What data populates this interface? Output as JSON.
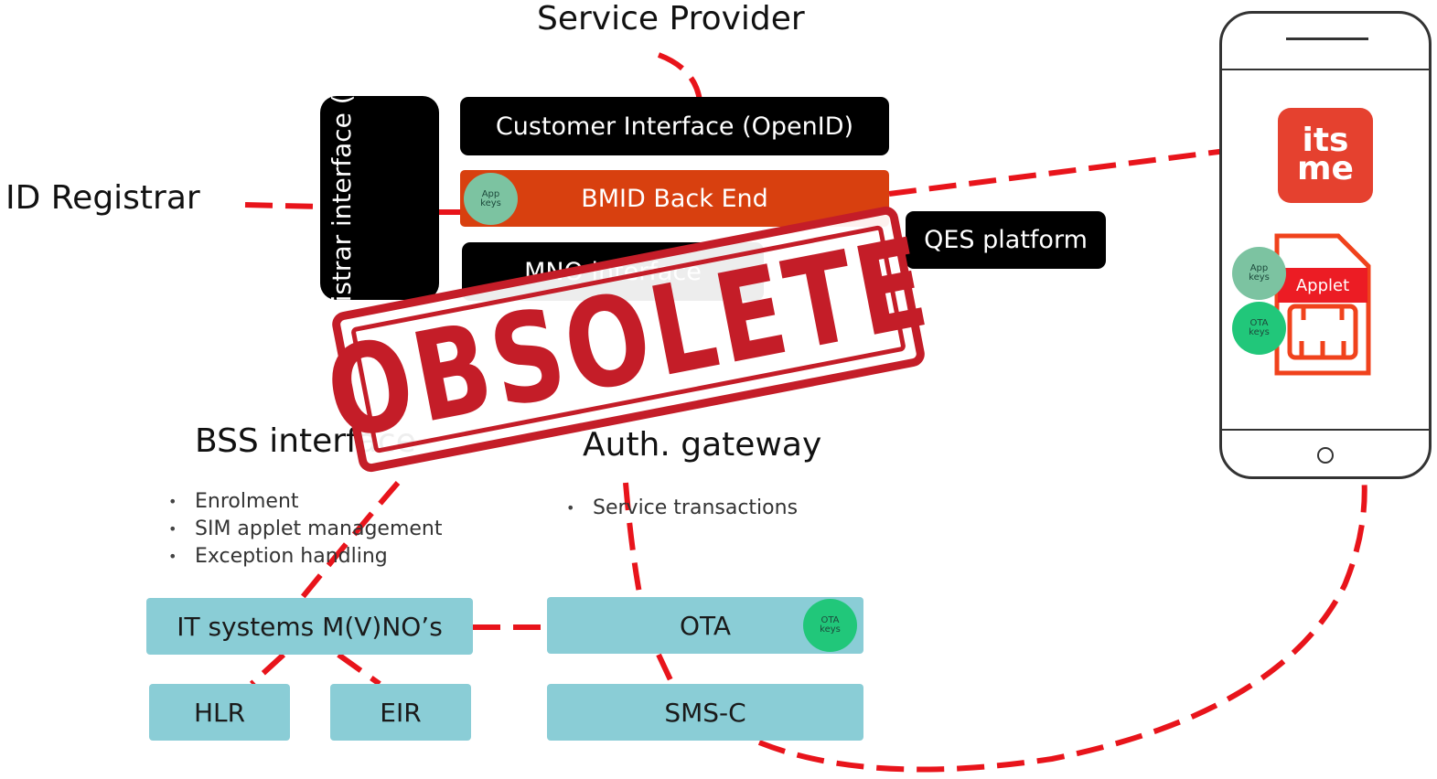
{
  "headings": {
    "service_provider": "Service Provider",
    "id_registrar": "ID Registrar",
    "bss_interface": "BSS interface",
    "auth_gateway": "Auth. gateway"
  },
  "boxes": {
    "customer_interface": "Customer Interface (OpenID)",
    "bmid_back_end": "BMID Back End",
    "id_registrar_interface": "ID registrar interface (SOAP)",
    "mno_interface": "MNO interface",
    "qes_platform": "QES platform",
    "it_systems": "IT systems M(V)NO’s",
    "hlr": "HLR",
    "eir": "EIR",
    "ota": "OTA",
    "sms_c": "SMS-C"
  },
  "bss_bullets": [
    "Enrolment",
    "SIM applet management",
    "Exception handling"
  ],
  "auth_bullets": [
    "Service transactions"
  ],
  "badges": {
    "app_keys": "App keys",
    "ota_keys": "OTA keys"
  },
  "phone": {
    "app_logo_line1": "its",
    "app_logo_line2": "me",
    "applet_label": "Applet"
  },
  "stamp": {
    "text": "OBSOLETE"
  },
  "colors": {
    "connector": "#e8141b",
    "black_box": "#000000",
    "orange_box": "#d8400f",
    "teal_box": "#8acdd6",
    "app_keys_badge": "#7cc3a1",
    "ota_keys_badge": "#21c77a",
    "stamp": "#c41d28",
    "itsme_brand": "#e5412f",
    "sim_card": "#f0421c"
  }
}
